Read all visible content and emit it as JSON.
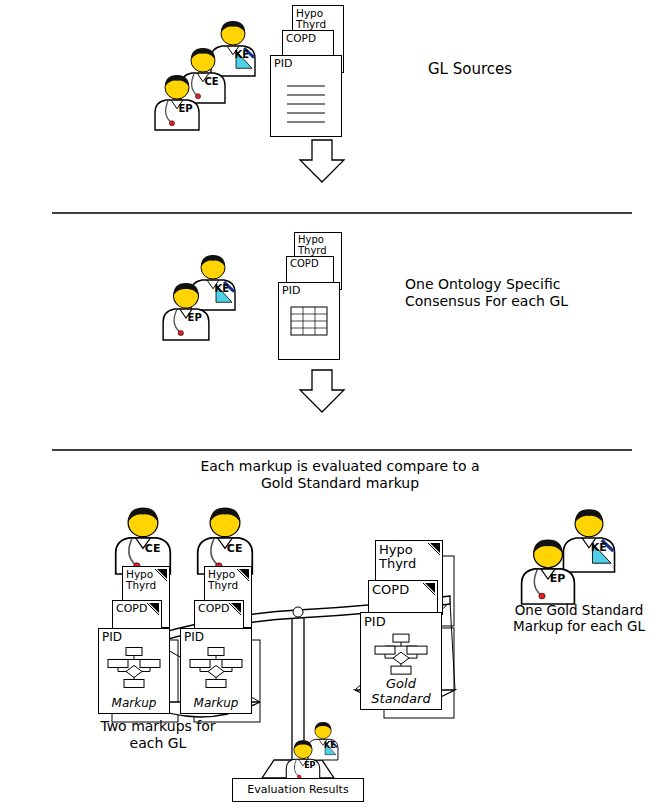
{
  "diagram": {
    "nodes": [
      {
        "text": [
          "KE"
        ]
      },
      {
        "text": [
          "CE"
        ]
      },
      {
        "text": [
          "EP"
        ]
      },
      {
        "text": [
          "Hypo Thyrd"
        ]
      },
      {
        "text": [
          "COPD"
        ]
      },
      {
        "text": [
          "PID"
        ]
      },
      {
        "text": [
          "KE"
        ]
      },
      {
        "text": [
          "EP"
        ]
      },
      {
        "text": [
          "Hypo Thyrd"
        ]
      },
      {
        "text": [
          "COPD"
        ]
      },
      {
        "text": [
          "PID"
        ]
      },
      {
        "text": [
          "CE"
        ]
      },
      {
        "text": [
          "CE"
        ]
      },
      {
        "text": [
          "Hypo Thyrd"
        ]
      },
      {
        "text": [
          "COPD"
        ]
      },
      {
        "text": [
          "PID",
          "Markup"
        ]
      },
      {
        "text": [
          "Hypo Thyrd"
        ]
      },
      {
        "text": [
          "COPD"
        ]
      },
      {
        "text": [
          "PID",
          "Markup"
        ]
      },
      {
        "text": [
          "Hypo Thyrd"
        ]
      },
      {
        "text": [
          "COPD"
        ]
      },
      {
        "text": [
          "PID",
          "Gold Standard"
        ]
      },
      {
        "text": [
          "KE"
        ]
      },
      {
        "text": [
          "EP"
        ]
      },
      {
        "text": [
          "KE"
        ]
      },
      {
        "text": [
          "EP"
        ]
      },
      {
        "text": [
          "Evaluation Results"
        ]
      }
    ],
    "labels": [
      "GL Sources",
      "One Ontology Specific Consensus For each GL",
      "Each markup is evaluated compare to a Gold Standard markup",
      "One Gold Standard Markup for each GL",
      "Two markups for each GL"
    ]
  }
}
